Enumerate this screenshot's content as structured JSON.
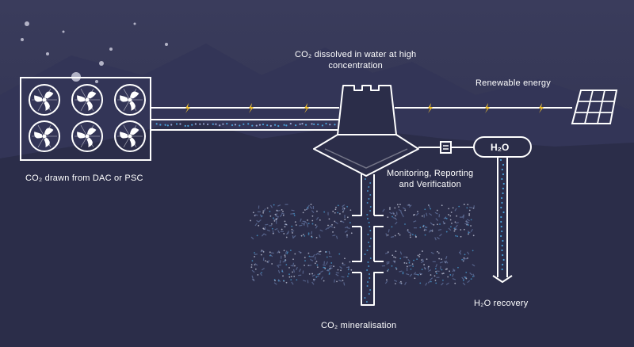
{
  "colors": {
    "background": "#2b2d49",
    "sky_top": "#3a3c5c",
    "hills": "#343659",
    "outline": "#ffffff",
    "spark": "#f2c230",
    "water_dots": "#4aa0d8",
    "mineral_dots": "#5f6f9a"
  },
  "labels": {
    "dissolved_line1": "CO₂ dissolved in water at high",
    "dissolved_line2": "concentration",
    "renewable": "Renewable energy",
    "drawn": "CO₂ drawn from DAC or PSC",
    "mrv_line1": "Monitoring, Reporting",
    "mrv_line2": "and Verification",
    "h2o_tank": "H₂O",
    "h2o_recovery": "H₂O recovery",
    "mineralisation": "CO₂ mineralisation"
  },
  "icons": {
    "fans": "fan-icon",
    "solar": "solar-panel-icon",
    "spark": "lightning-icon",
    "meter": "meter-icon"
  }
}
